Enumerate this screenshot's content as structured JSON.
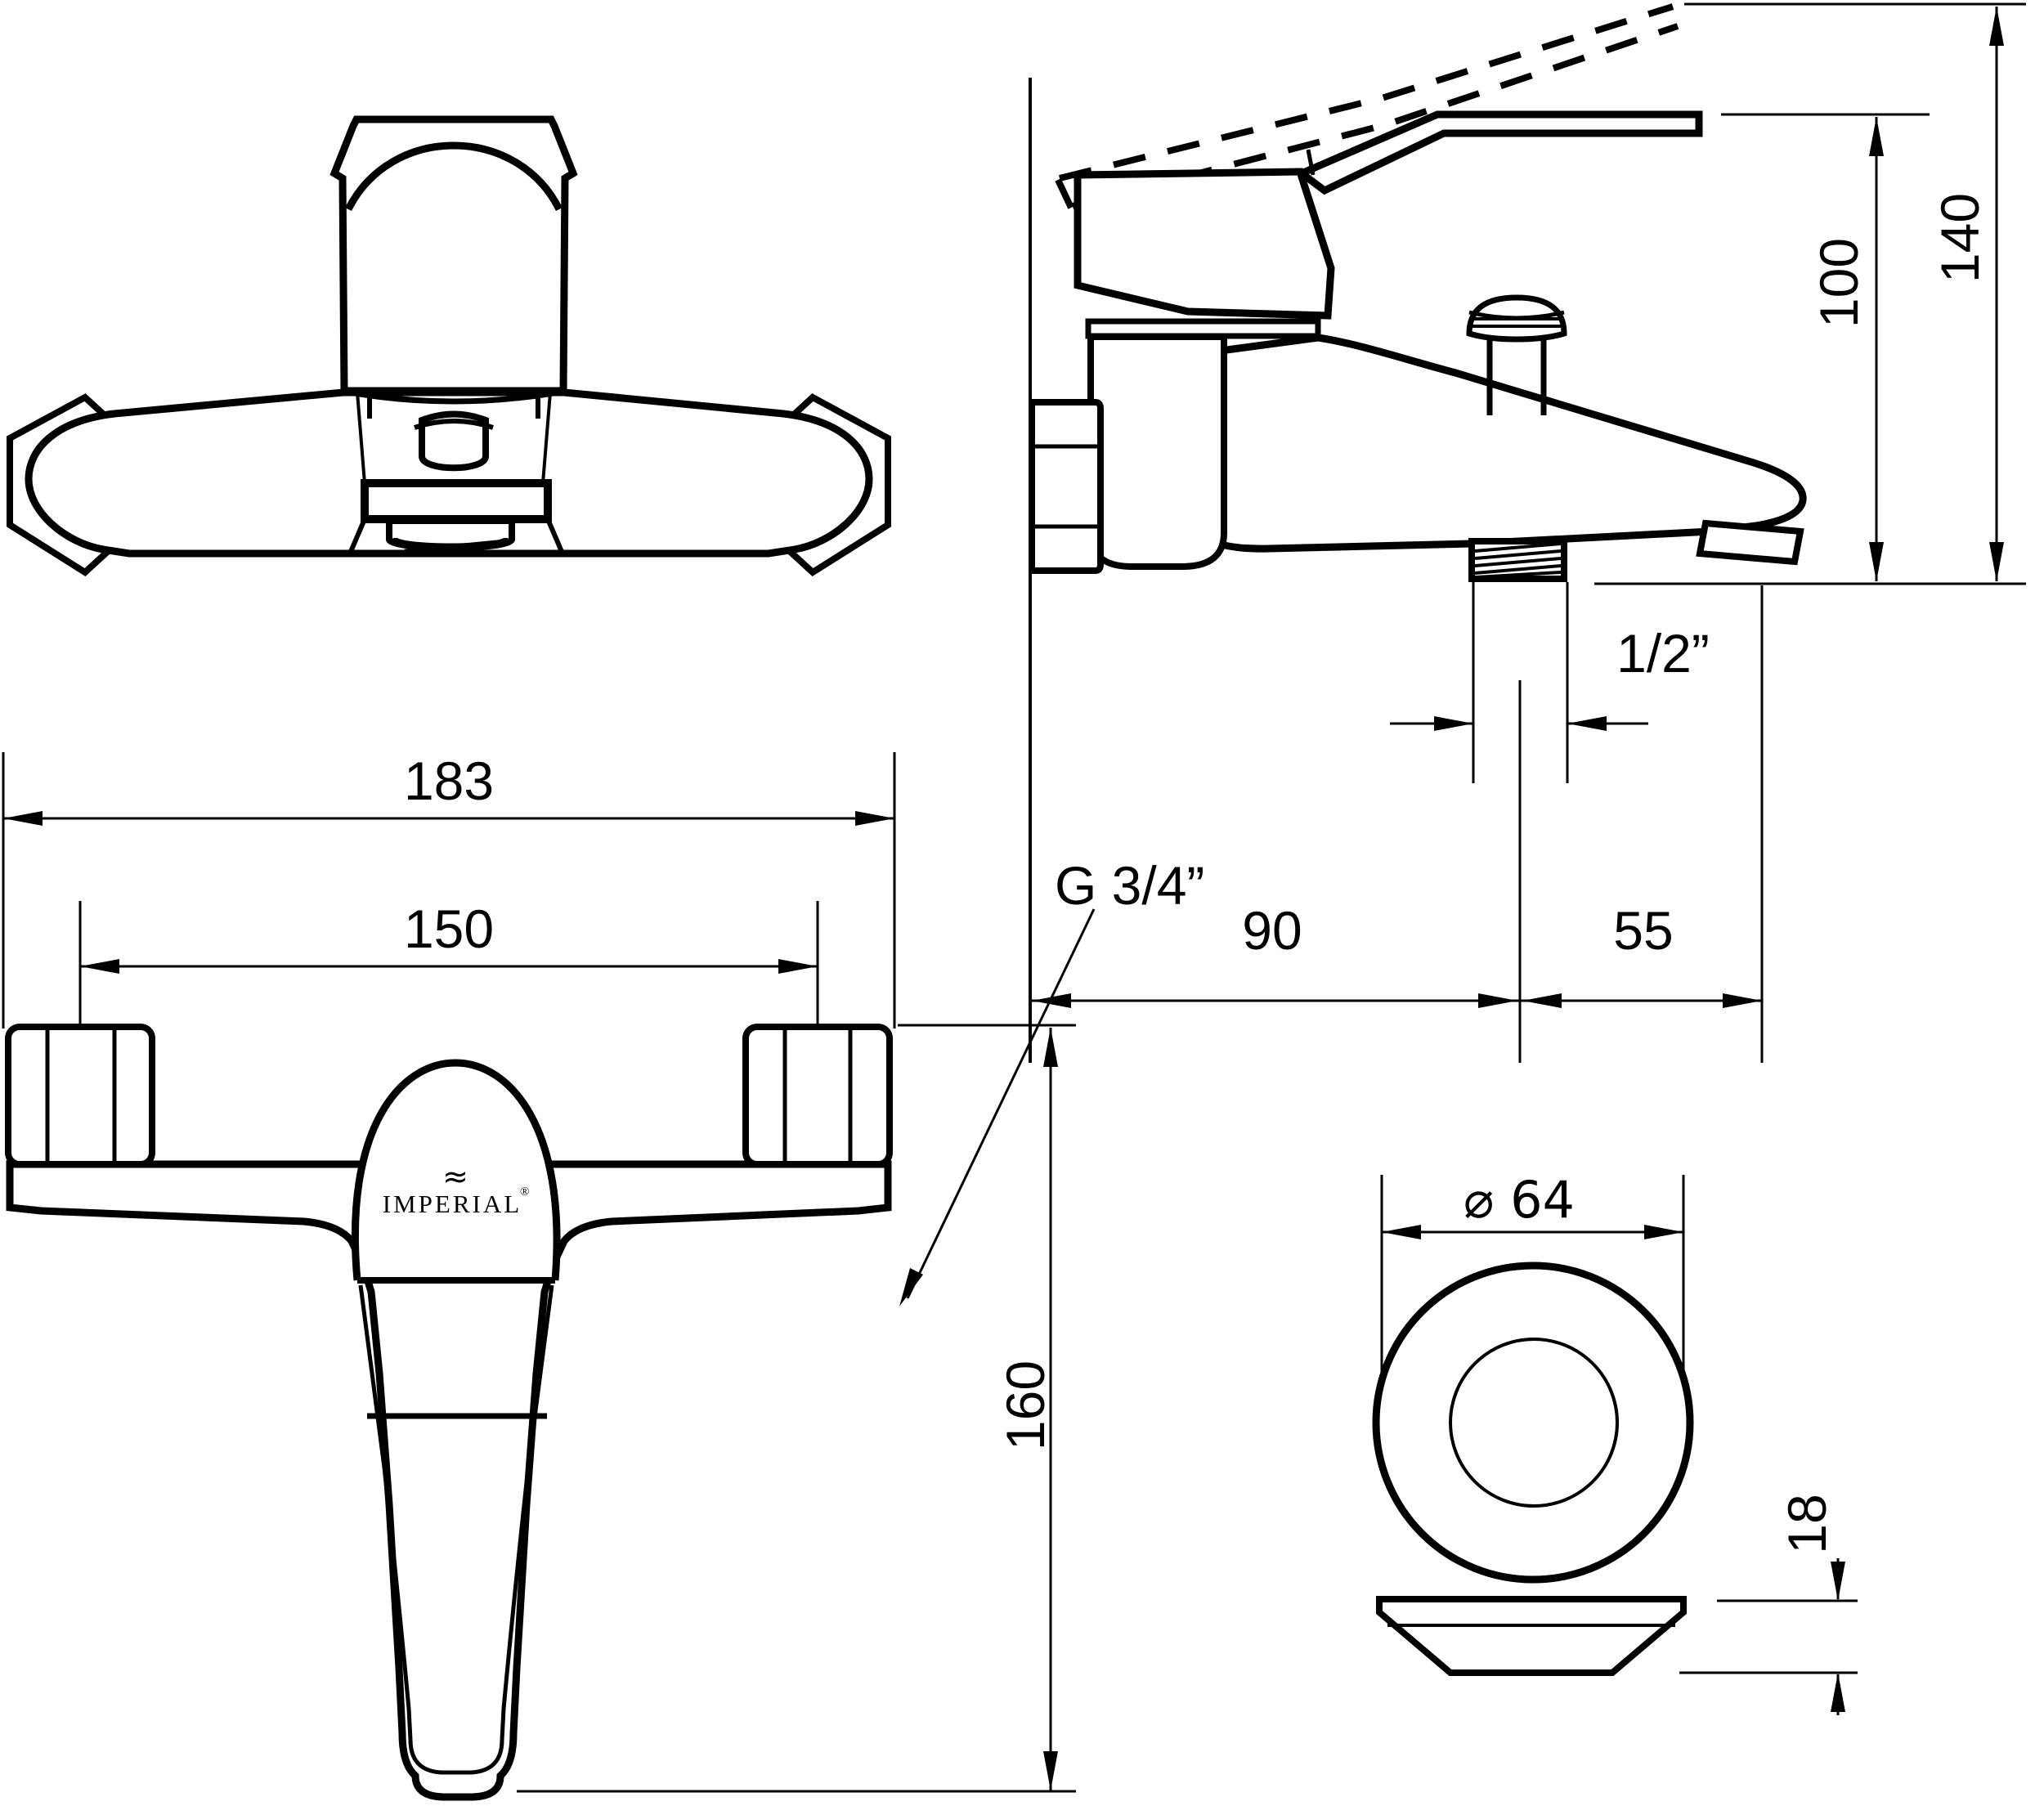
{
  "drawing": {
    "type": "technical-drawing",
    "product": "wall mounted bath mixer tap",
    "line_color": "#000000",
    "background_color": "#ffffff",
    "brand": {
      "wave": "≈",
      "name": "IMPERIAL",
      "reg": "®"
    },
    "dimensions": {
      "overall_width": "183",
      "connection_centers": "150",
      "total_height": "140",
      "body_height": "100",
      "outlet_thread": "1/2”",
      "wall_to_outlet": "90",
      "outlet_to_tip": "55",
      "connection_thread": "G 3/4”",
      "depth": "160",
      "escutcheon_diameter": "⌀ 64",
      "escutcheon_height": "18"
    }
  }
}
